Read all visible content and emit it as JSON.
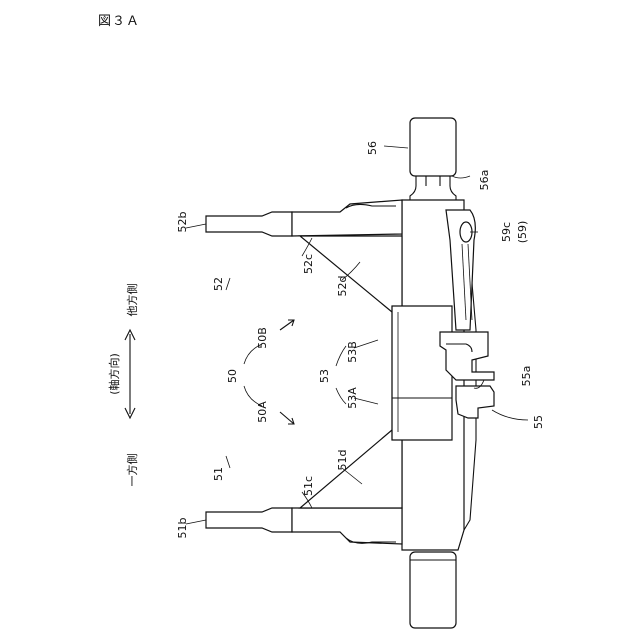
{
  "figure": {
    "title": "図３Ａ"
  },
  "direction": {
    "one_side": "一方側",
    "axial": "(軸方向)",
    "other_side": "他方側"
  },
  "labels": {
    "l50": "50",
    "l50A": "50A",
    "l50B": "50B",
    "l51": "51",
    "l51b": "51b",
    "l51c": "51c",
    "l51d": "51d",
    "l52": "52",
    "l52b": "52b",
    "l52c": "52c",
    "l52d": "52d",
    "l53": "53",
    "l53A": "53A",
    "l53B": "53B",
    "l55": "55",
    "l55a": "55a",
    "l56": "56",
    "l56a": "56a",
    "l59c": "59c",
    "l59": "(59)"
  }
}
